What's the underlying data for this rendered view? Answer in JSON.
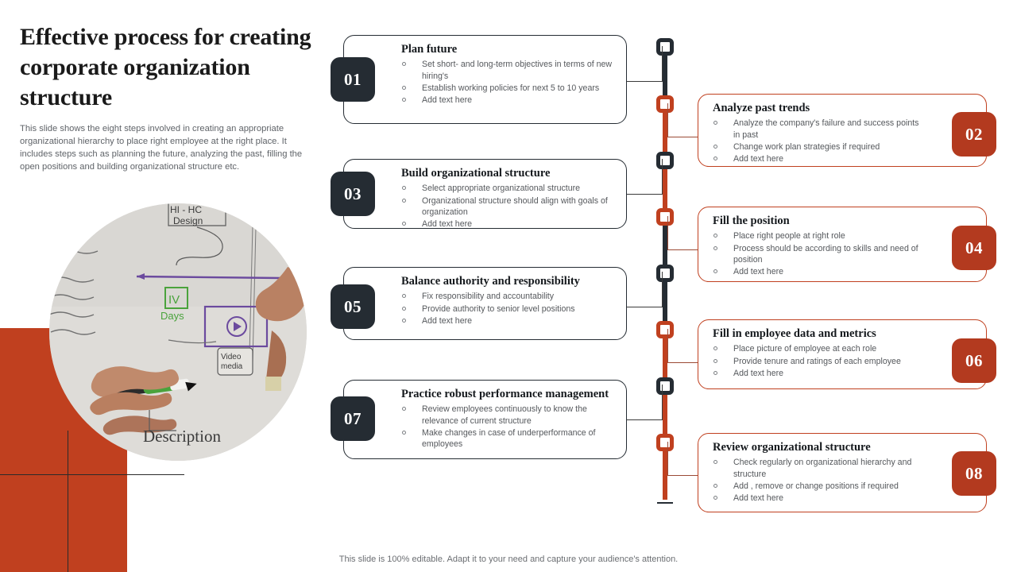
{
  "slide": {
    "title": "Effective process for creating corporate organization structure",
    "description": "This slide shows the eight steps involved in creating an appropriate organizational hierarchy to place right employee at the right place. It includes steps such as planning the future, analyzing the past, filling the open positions and building organizational structure etc.",
    "footer": "This slide is 100% editable. Adapt it to your need and capture your audience's attention."
  },
  "colors": {
    "accent_orange": "#c0401f",
    "badge_orange": "#b33a1f",
    "dark": "#252c33",
    "body_text": "#55585c"
  },
  "steps": [
    {
      "number": "01",
      "side": "left",
      "accent": "dark",
      "title": "Plan future",
      "bullets": [
        "Set short- and long-term objectives in terms of new hiring's",
        "Establish working policies for next 5 to  10 years",
        "Add text here"
      ]
    },
    {
      "number": "02",
      "side": "right",
      "accent": "orange",
      "title": "Analyze past trends",
      "bullets": [
        "Analyze  the company's failure and success points in past",
        "Change work plan strategies if required",
        "Add text here"
      ]
    },
    {
      "number": "03",
      "side": "left",
      "accent": "dark",
      "title": "Build organizational structure",
      "bullets": [
        "Select appropriate organizational structure",
        "Organizational structure should align with goals of organization",
        "Add text here"
      ]
    },
    {
      "number": "04",
      "side": "right",
      "accent": "orange",
      "title": "Fill the position",
      "bullets": [
        "Place right people at right role",
        "Process should be according to skills and need of position",
        "Add text here"
      ]
    },
    {
      "number": "05",
      "side": "left",
      "accent": "dark",
      "title": "Balance authority and responsibility",
      "bullets": [
        "Fix responsibility and accountability",
        "Provide authority to senior level positions",
        "Add text here"
      ]
    },
    {
      "number": "06",
      "side": "right",
      "accent": "orange",
      "title": "Fill in employee data and metrics",
      "bullets": [
        "Place picture of employee at each role",
        "Provide tenure and ratings of each employee",
        "Add text here"
      ]
    },
    {
      "number": "07",
      "side": "left",
      "accent": "dark",
      "title": "Practice robust performance management",
      "bullets": [
        "Review employees continuously to know the relevance of current structure",
        "Make  changes in case of underperformance of employees"
      ]
    },
    {
      "number": "08",
      "side": "right",
      "accent": "orange",
      "title": "Review organizational structure",
      "bullets": [
        "Check regularly on organizational hierarchy and structure",
        "Add , remove or change positions if required",
        "Add text here"
      ]
    }
  ],
  "photo": {
    "caption_texts": [
      "HI - HC Design",
      "IV Days",
      "Video media",
      "Description"
    ]
  }
}
